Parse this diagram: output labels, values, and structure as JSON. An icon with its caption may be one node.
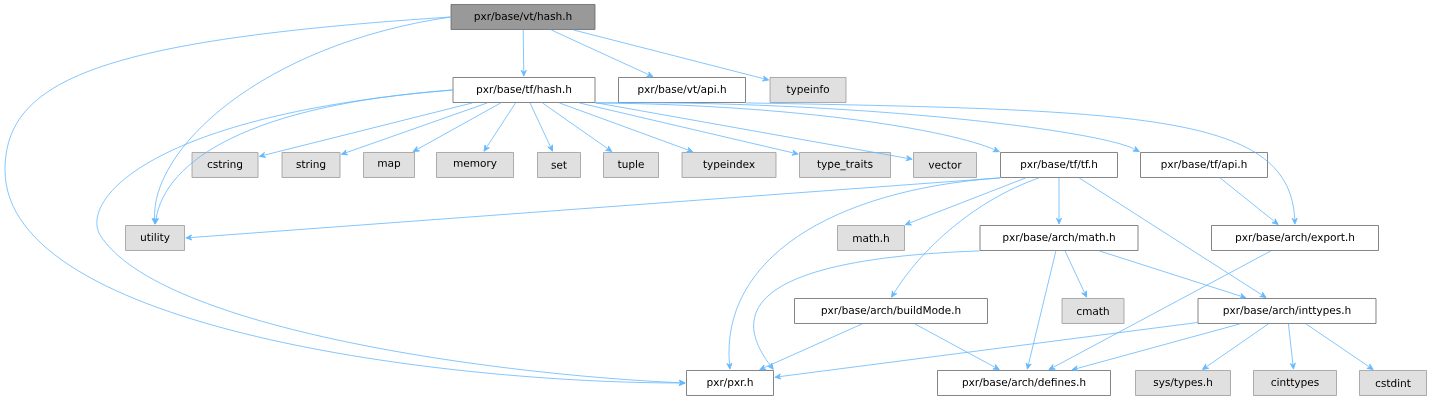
{
  "diagram": {
    "nodes": [
      {
        "text": [
          "pxr/base/vt/hash.h"
        ]
      },
      {
        "text": [
          "pxr/base/tf/hash.h"
        ]
      },
      {
        "text": [
          "pxr/base/vt/api.h"
        ]
      },
      {
        "text": [
          "typeinfo"
        ]
      },
      {
        "text": [
          "cstring"
        ]
      },
      {
        "text": [
          "string"
        ]
      },
      {
        "text": [
          "map"
        ]
      },
      {
        "text": [
          "memory"
        ]
      },
      {
        "text": [
          "set"
        ]
      },
      {
        "text": [
          "tuple"
        ]
      },
      {
        "text": [
          "typeindex"
        ]
      },
      {
        "text": [
          "type_traits"
        ]
      },
      {
        "text": [
          "vector"
        ]
      },
      {
        "text": [
          "pxr/base/tf/tf.h"
        ]
      },
      {
        "text": [
          "pxr/base/tf/api.h"
        ]
      },
      {
        "text": [
          "utility"
        ]
      },
      {
        "text": [
          "math.h"
        ]
      },
      {
        "text": [
          "pxr/base/arch/math.h"
        ]
      },
      {
        "text": [
          "pxr/base/arch/export.h"
        ]
      },
      {
        "text": [
          "pxr/base/arch/buildMode.h"
        ]
      },
      {
        "text": [
          "cmath"
        ]
      },
      {
        "text": [
          "pxr/base/arch/inttypes.h"
        ]
      },
      {
        "text": [
          "pxr/pxr.h"
        ]
      },
      {
        "text": [
          "pxr/base/arch/defines.h"
        ]
      },
      {
        "text": [
          "sys/types.h"
        ]
      },
      {
        "text": [
          "cinttypes"
        ]
      },
      {
        "text": [
          "cstdint"
        ]
      }
    ],
    "edges": [
      {
        "from": 0,
        "to": 1,
        "arrow": "to"
      },
      {
        "from": 0,
        "to": 2,
        "arrow": "to"
      },
      {
        "from": 0,
        "to": 3,
        "arrow": "to"
      },
      {
        "from": 0,
        "to": 15,
        "arrow": "to"
      },
      {
        "from": 0,
        "to": 22,
        "arrow": "to"
      },
      {
        "from": 1,
        "to": 15,
        "arrow": "to"
      },
      {
        "from": 1,
        "to": 22,
        "arrow": "to"
      },
      {
        "from": 1,
        "to": 4,
        "arrow": "to"
      },
      {
        "from": 1,
        "to": 5,
        "arrow": "to"
      },
      {
        "from": 1,
        "to": 6,
        "arrow": "to"
      },
      {
        "from": 1,
        "to": 7,
        "arrow": "to"
      },
      {
        "from": 1,
        "to": 8,
        "arrow": "to"
      },
      {
        "from": 1,
        "to": 9,
        "arrow": "to"
      },
      {
        "from": 1,
        "to": 10,
        "arrow": "to"
      },
      {
        "from": 1,
        "to": 11,
        "arrow": "to"
      },
      {
        "from": 1,
        "to": 12,
        "arrow": "to"
      },
      {
        "from": 1,
        "to": 13,
        "arrow": "to"
      },
      {
        "from": 1,
        "to": 14,
        "arrow": "to"
      },
      {
        "from": 2,
        "to": 18,
        "arrow": "to"
      },
      {
        "from": 13,
        "to": 15,
        "arrow": "to"
      },
      {
        "from": 13,
        "to": 22,
        "arrow": "to"
      },
      {
        "from": 13,
        "to": 16,
        "arrow": "to"
      },
      {
        "from": 13,
        "to": 17,
        "arrow": "to"
      },
      {
        "from": 13,
        "to": 19,
        "arrow": "to"
      },
      {
        "from": 13,
        "to": 21,
        "arrow": "to"
      },
      {
        "from": 14,
        "to": 18,
        "arrow": "to"
      },
      {
        "from": 18,
        "to": 23,
        "arrow": "to"
      },
      {
        "from": 17,
        "to": 22,
        "arrow": "to"
      },
      {
        "from": 17,
        "to": 20,
        "arrow": "to"
      },
      {
        "from": 17,
        "to": 23,
        "arrow": "to"
      },
      {
        "from": 17,
        "to": 21,
        "arrow": "to"
      },
      {
        "from": 19,
        "to": 22,
        "arrow": "to"
      },
      {
        "from": 19,
        "to": 23,
        "arrow": "to"
      },
      {
        "from": 21,
        "to": 22,
        "arrow": "to"
      },
      {
        "from": 21,
        "to": 23,
        "arrow": "to"
      },
      {
        "from": 21,
        "to": 24,
        "arrow": "to"
      },
      {
        "from": 21,
        "to": 25,
        "arrow": "to"
      },
      {
        "from": 21,
        "to": 26,
        "arrow": "to"
      }
    ]
  }
}
